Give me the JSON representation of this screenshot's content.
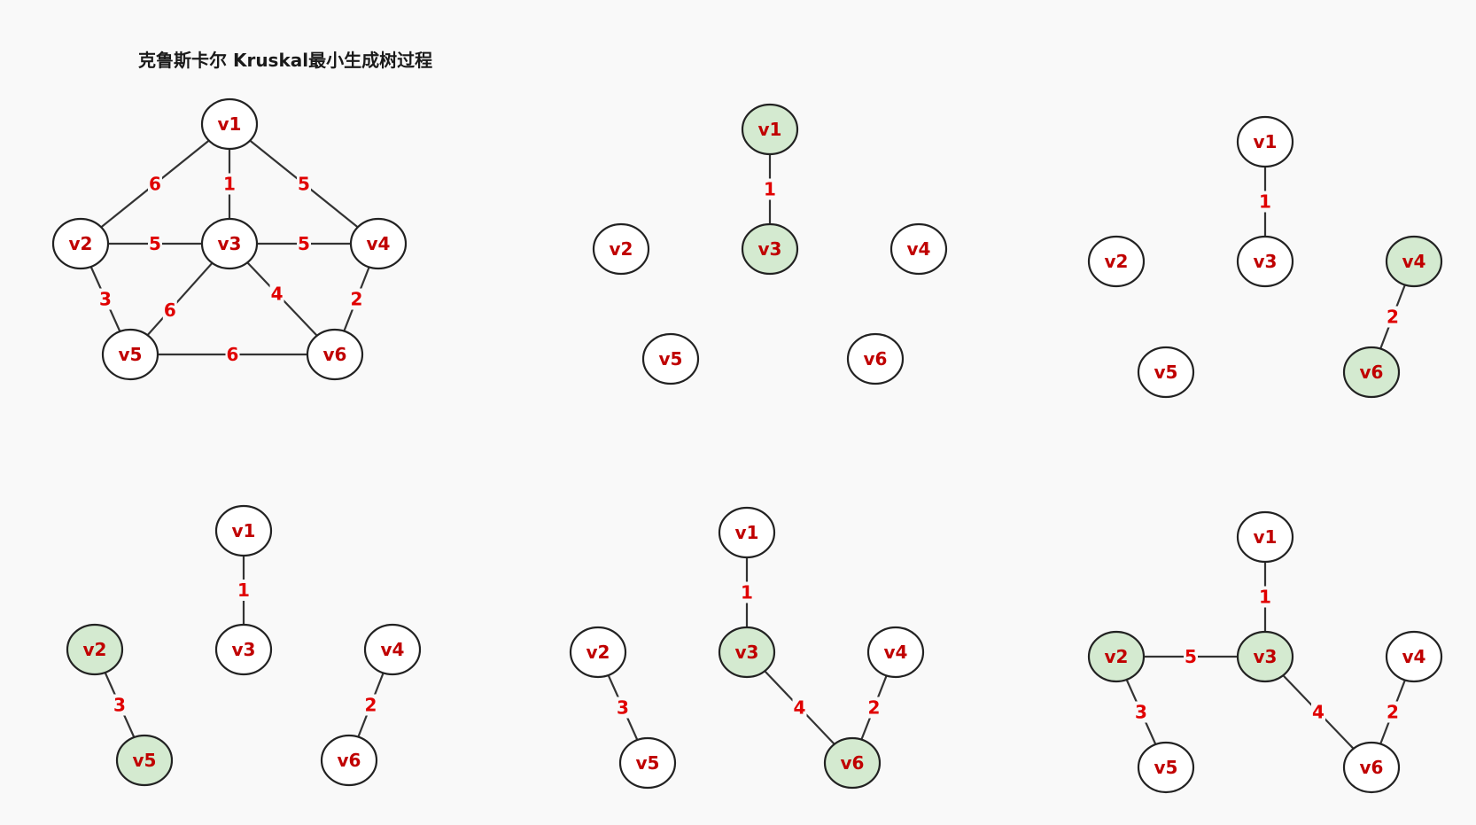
{
  "title": "克鲁斯卡尔 Kruskal最小生成树过程",
  "colors": {
    "background": "#f9f9f9",
    "edge": "#333333",
    "node_fill": "#ffffff",
    "node_highlight_fill": "#d4ead0",
    "node_stroke": "#222222",
    "vertex_label": "#c00000",
    "weight_label": "#e00000"
  },
  "panels": [
    {
      "name": "full-graph",
      "nodes": [
        {
          "id": "v1",
          "label": "v1",
          "highlight": false
        },
        {
          "id": "v2",
          "label": "v2",
          "highlight": false
        },
        {
          "id": "v3",
          "label": "v3",
          "highlight": false
        },
        {
          "id": "v4",
          "label": "v4",
          "highlight": false
        },
        {
          "id": "v5",
          "label": "v5",
          "highlight": false
        },
        {
          "id": "v6",
          "label": "v6",
          "highlight": false
        }
      ],
      "edges": [
        {
          "from": "v1",
          "to": "v2",
          "weight": "6"
        },
        {
          "from": "v1",
          "to": "v3",
          "weight": "1"
        },
        {
          "from": "v1",
          "to": "v4",
          "weight": "5"
        },
        {
          "from": "v2",
          "to": "v3",
          "weight": "5"
        },
        {
          "from": "v3",
          "to": "v4",
          "weight": "5"
        },
        {
          "from": "v2",
          "to": "v5",
          "weight": "3"
        },
        {
          "from": "v3",
          "to": "v5",
          "weight": "6"
        },
        {
          "from": "v3",
          "to": "v6",
          "weight": "4"
        },
        {
          "from": "v4",
          "to": "v6",
          "weight": "2"
        },
        {
          "from": "v5",
          "to": "v6",
          "weight": "6"
        }
      ]
    },
    {
      "name": "step-1",
      "nodes": [
        {
          "id": "v1",
          "label": "v1",
          "highlight": true
        },
        {
          "id": "v2",
          "label": "v2",
          "highlight": false
        },
        {
          "id": "v3",
          "label": "v3",
          "highlight": true
        },
        {
          "id": "v4",
          "label": "v4",
          "highlight": false
        },
        {
          "id": "v5",
          "label": "v5",
          "highlight": false
        },
        {
          "id": "v6",
          "label": "v6",
          "highlight": false
        }
      ],
      "edges": [
        {
          "from": "v1",
          "to": "v3",
          "weight": "1"
        }
      ]
    },
    {
      "name": "step-2",
      "nodes": [
        {
          "id": "v1",
          "label": "v1",
          "highlight": false
        },
        {
          "id": "v2",
          "label": "v2",
          "highlight": false
        },
        {
          "id": "v3",
          "label": "v3",
          "highlight": false
        },
        {
          "id": "v4",
          "label": "v4",
          "highlight": true
        },
        {
          "id": "v5",
          "label": "v5",
          "highlight": false
        },
        {
          "id": "v6",
          "label": "v6",
          "highlight": true
        }
      ],
      "edges": [
        {
          "from": "v1",
          "to": "v3",
          "weight": "1"
        },
        {
          "from": "v4",
          "to": "v6",
          "weight": "2"
        }
      ]
    },
    {
      "name": "step-3",
      "nodes": [
        {
          "id": "v1",
          "label": "v1",
          "highlight": false
        },
        {
          "id": "v2",
          "label": "v2",
          "highlight": true
        },
        {
          "id": "v3",
          "label": "v3",
          "highlight": false
        },
        {
          "id": "v4",
          "label": "v4",
          "highlight": false
        },
        {
          "id": "v5",
          "label": "v5",
          "highlight": true
        },
        {
          "id": "v6",
          "label": "v6",
          "highlight": false
        }
      ],
      "edges": [
        {
          "from": "v1",
          "to": "v3",
          "weight": "1"
        },
        {
          "from": "v4",
          "to": "v6",
          "weight": "2"
        },
        {
          "from": "v2",
          "to": "v5",
          "weight": "3"
        }
      ]
    },
    {
      "name": "step-4",
      "nodes": [
        {
          "id": "v1",
          "label": "v1",
          "highlight": false
        },
        {
          "id": "v2",
          "label": "v2",
          "highlight": false
        },
        {
          "id": "v3",
          "label": "v3",
          "highlight": true
        },
        {
          "id": "v4",
          "label": "v4",
          "highlight": false
        },
        {
          "id": "v5",
          "label": "v5",
          "highlight": false
        },
        {
          "id": "v6",
          "label": "v6",
          "highlight": true
        }
      ],
      "edges": [
        {
          "from": "v1",
          "to": "v3",
          "weight": "1"
        },
        {
          "from": "v4",
          "to": "v6",
          "weight": "2"
        },
        {
          "from": "v2",
          "to": "v5",
          "weight": "3"
        },
        {
          "from": "v3",
          "to": "v6",
          "weight": "4"
        }
      ]
    },
    {
      "name": "step-5",
      "nodes": [
        {
          "id": "v1",
          "label": "v1",
          "highlight": false
        },
        {
          "id": "v2",
          "label": "v2",
          "highlight": true
        },
        {
          "id": "v3",
          "label": "v3",
          "highlight": true
        },
        {
          "id": "v4",
          "label": "v4",
          "highlight": false
        },
        {
          "id": "v5",
          "label": "v5",
          "highlight": false
        },
        {
          "id": "v6",
          "label": "v6",
          "highlight": false
        }
      ],
      "edges": [
        {
          "from": "v1",
          "to": "v3",
          "weight": "1"
        },
        {
          "from": "v4",
          "to": "v6",
          "weight": "2"
        },
        {
          "from": "v2",
          "to": "v5",
          "weight": "3"
        },
        {
          "from": "v3",
          "to": "v6",
          "weight": "4"
        },
        {
          "from": "v2",
          "to": "v3",
          "weight": "5"
        }
      ]
    }
  ]
}
